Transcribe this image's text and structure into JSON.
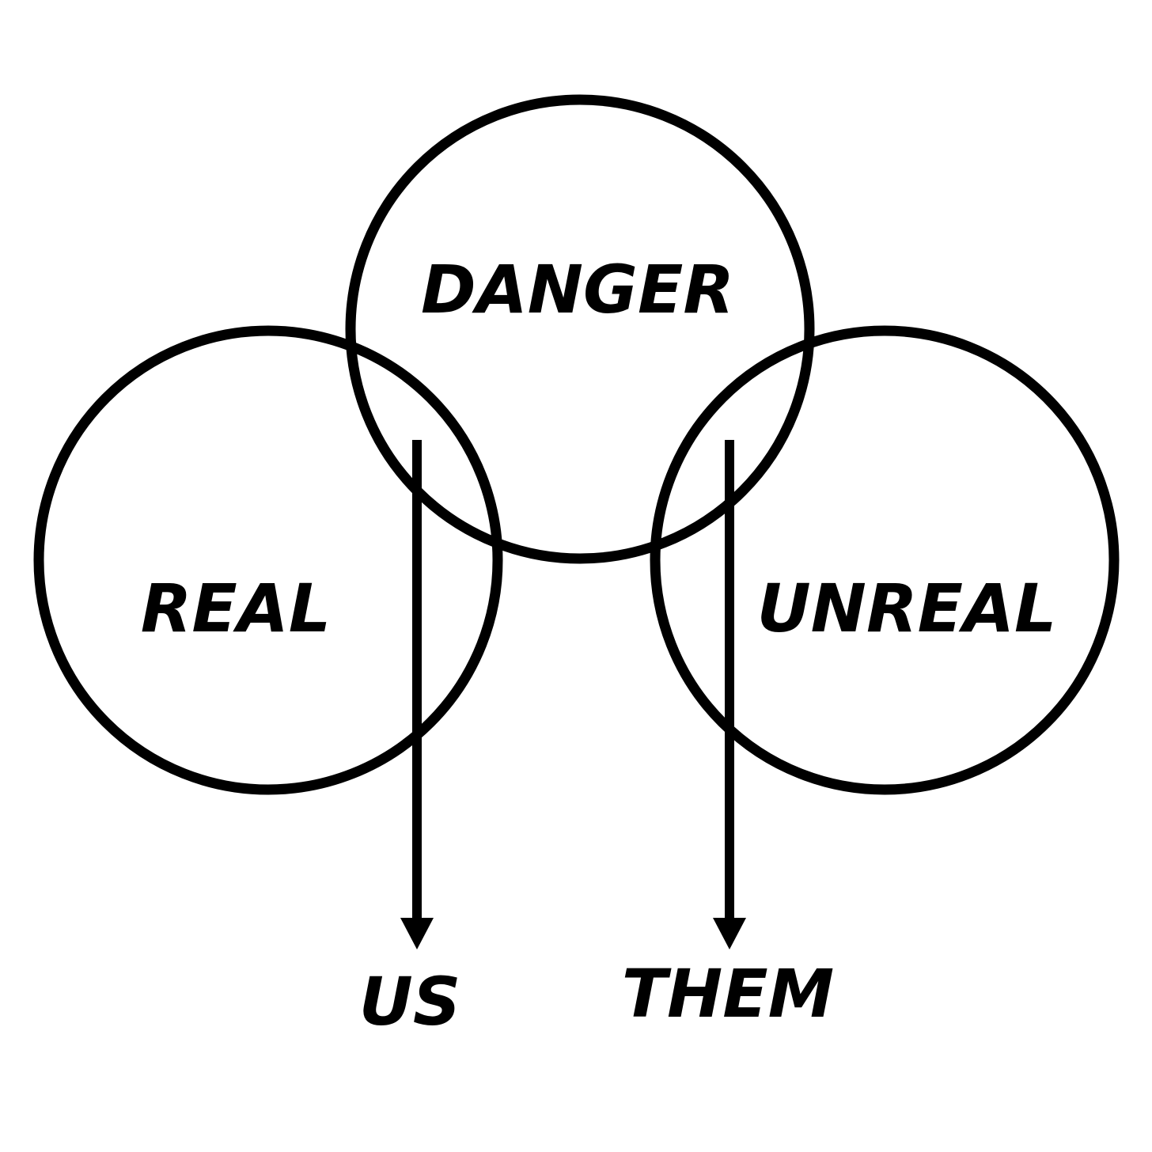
{
  "colors": {
    "background": "#ffffff",
    "ink": "#000000"
  },
  "circles": {
    "top": {
      "label": "DANGER"
    },
    "left": {
      "label": "REAL"
    },
    "right": {
      "label": "UNREAL"
    }
  },
  "arrows": {
    "left": {
      "target_label": "US"
    },
    "right": {
      "target_label": "THEM"
    }
  }
}
